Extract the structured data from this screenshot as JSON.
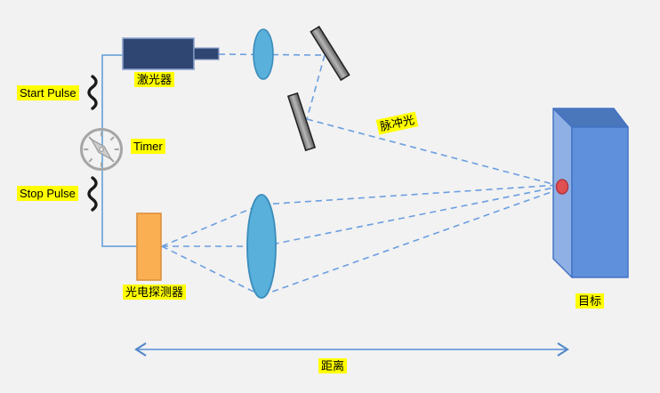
{
  "scene": {
    "labels": {
      "start_pulse": "Start Pulse",
      "stop_pulse": "Stop Pulse",
      "timer": "Timer",
      "laser": "激光器",
      "detector": "光电探测器",
      "pulse_light": "脉冲光",
      "target": "目标",
      "distance": "距离"
    },
    "colors": {
      "background": "#f2f2f2",
      "highlight": "#ffff00",
      "laser_fill": "#304672",
      "laser_stroke": "#8aa0cc",
      "lens_fill": "#58b0db",
      "lens_stroke": "#3a8cbb",
      "detector_fill": "#f9af52",
      "detector_stroke": "#dd8f3d",
      "mirror_stroke": "#1f1f1f",
      "beam": "#6a9ee0",
      "wire": "#5b9bd5",
      "target_front": "#5e90dc",
      "target_side": "#8fb0e4",
      "target_top": "#4a77bc",
      "target_stroke": "#4472c4",
      "spot_fill": "#e05050",
      "spot_stroke": "#b03642",
      "compass": "#a6a6a6",
      "squiggle": "#1a1a1a",
      "arrow_line": "#7da7dd",
      "arrow_head": "#4f86c8"
    }
  }
}
